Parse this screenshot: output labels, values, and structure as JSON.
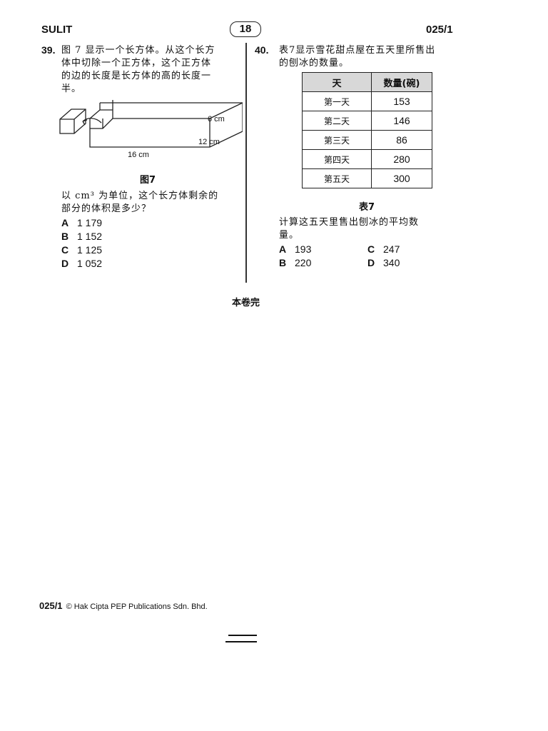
{
  "header": {
    "left": "SULIT",
    "page": "18",
    "right": "025/1"
  },
  "q39": {
    "number": "39.",
    "text_lines": [
      "图 7 显示一个长方体。从这个长方",
      "体中切除一个正方体，这个正方体",
      "的边的长度是长方体的高的长度一",
      "半。"
    ],
    "dims": {
      "height": "6 cm",
      "width": "12 cm",
      "length": "16 cm"
    },
    "figure_caption": "图7",
    "question_lines": [
      "以 cm³ 为单位，这个长方体剩余的",
      "部分的体积是多少？"
    ],
    "options": [
      {
        "letter": "A",
        "value": "1 179"
      },
      {
        "letter": "B",
        "value": "1 152"
      },
      {
        "letter": "C",
        "value": "1 125"
      },
      {
        "letter": "D",
        "value": "1 052"
      }
    ]
  },
  "q40": {
    "number": "40.",
    "text_lines": [
      "表7显示雪花甜点屋在五天里所售出",
      "的刨冰的数量。"
    ],
    "table": {
      "headers": [
        "天",
        "数量(碗)"
      ],
      "rows": [
        {
          "day": "第一天",
          "count": "153"
        },
        {
          "day": "第二天",
          "count": "146"
        },
        {
          "day": "第三天",
          "count": "86"
        },
        {
          "day": "第四天",
          "count": "280"
        },
        {
          "day": "第五天",
          "count": "300"
        }
      ]
    },
    "table_caption": "表7",
    "question_lines": [
      "计算这五天里售出刨冰的平均数",
      "量。"
    ],
    "options": [
      {
        "letter": "A",
        "value": "193"
      },
      {
        "letter": "C",
        "value": "247"
      },
      {
        "letter": "B",
        "value": "220"
      },
      {
        "letter": "D",
        "value": "340"
      }
    ]
  },
  "end_text": "本卷完",
  "footer": {
    "code": "025/1",
    "copyright": "© Hak Cipta PEP Publications Sdn. Bhd."
  }
}
